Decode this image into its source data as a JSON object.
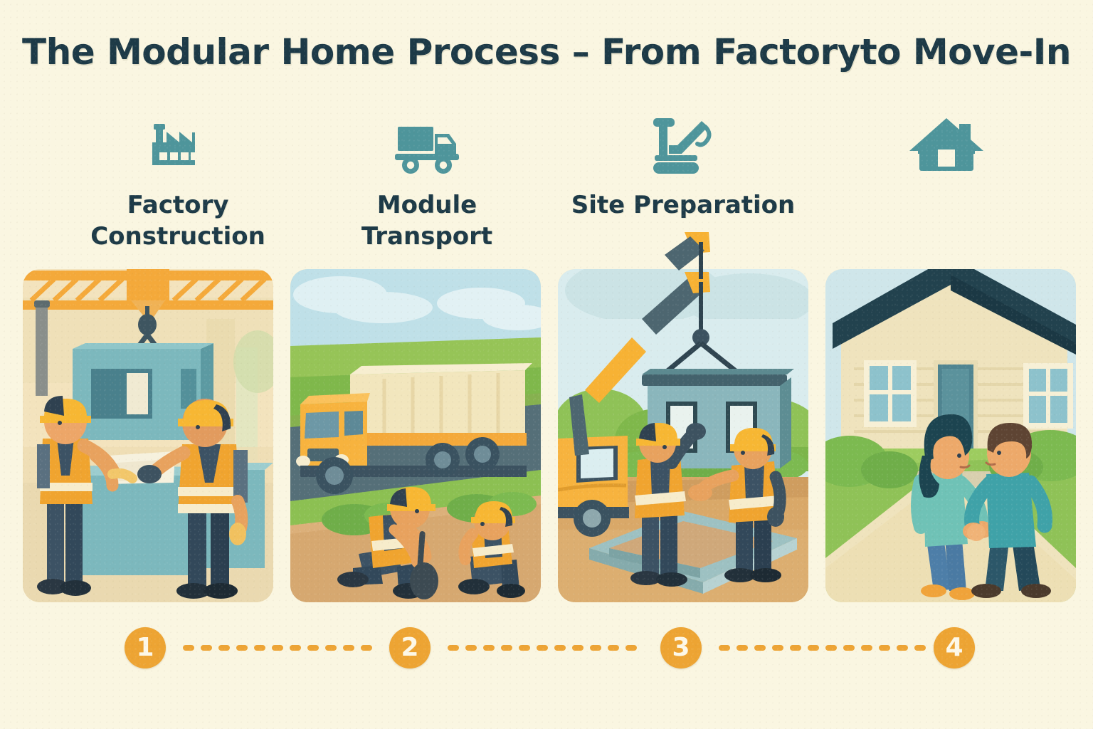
{
  "page": {
    "title": "The Modular Home Process – From Factoryto Move-In",
    "background_color": "#faf6e1",
    "heading_color": "#1d3a47",
    "icon_color": "#4e959b",
    "accent_color": "#eda433",
    "accent_text_color": "#fdf8e8"
  },
  "steps": [
    {
      "number": "1",
      "label": "Factory\nConstruction",
      "icon": "factory-icon",
      "scene": "Two construction workers in orange hi-vis vests and hard hats assemble a teal modular box section inside a factory, under an orange overhead gantry crane with a hook."
    },
    {
      "number": "2",
      "label": "Module\nTransport",
      "icon": "truck-icon",
      "scene": "An orange semi truck with a cream cargo trailer drives along a road through green fields while two workers kneel on the dirt shoulder with a shovel."
    },
    {
      "number": "3",
      "label": "Site Preparation",
      "icon": "crane-icon",
      "scene": "A yellow mobile crane lowers a teal house module with two windows onto a poured concrete foundation while two workers in orange vests guide it."
    },
    {
      "number": "4",
      "label": "",
      "icon": "house-icon",
      "scene": "A couple holding hands walk up the front path of a finished cream clapboard house with a dark teal roof, blue windows and green shrubs."
    }
  ],
  "connectors": [
    {
      "from": "1",
      "to": "2"
    },
    {
      "from": "2",
      "to": "3"
    },
    {
      "from": "3",
      "to": "4"
    }
  ]
}
